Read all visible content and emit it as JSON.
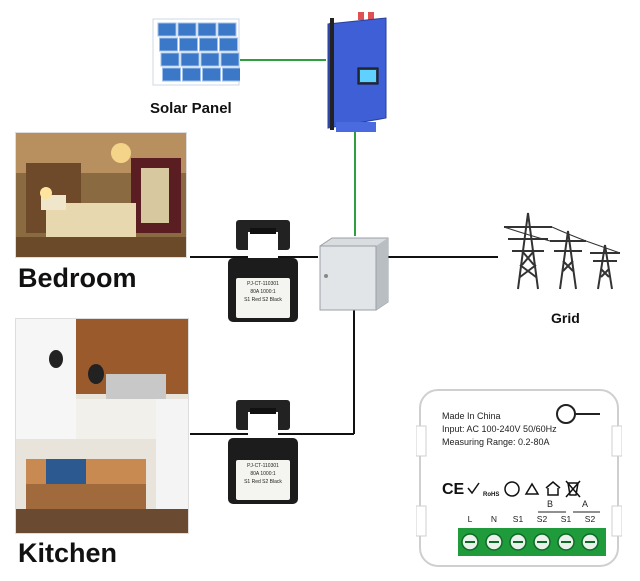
{
  "labels": {
    "solar_panel": "Solar Panel",
    "bedroom": "Bedroom",
    "kitchen": "Kitchen",
    "grid": "Grid"
  },
  "ct_clamps": {
    "model": "PJ-CT-110301",
    "ratio": "80A 1000:1",
    "leads": "S1 Red  S2 Black"
  },
  "meter_device": {
    "line1": "Made In China",
    "line2": "Input: AC 100-240V 50/60Hz",
    "line3": "Measuring Range: 0.2-80A",
    "cert_text": "RoHS",
    "group_b": "B",
    "group_a": "A",
    "terminals": [
      "L",
      "N",
      "S1",
      "S2",
      "S1",
      "S2"
    ]
  },
  "colors": {
    "wire_black": "#111111",
    "wire_green": "#2e9e3e",
    "inverter_blue": "#3f5fd6",
    "terminal_green": "#1f9b3c"
  }
}
